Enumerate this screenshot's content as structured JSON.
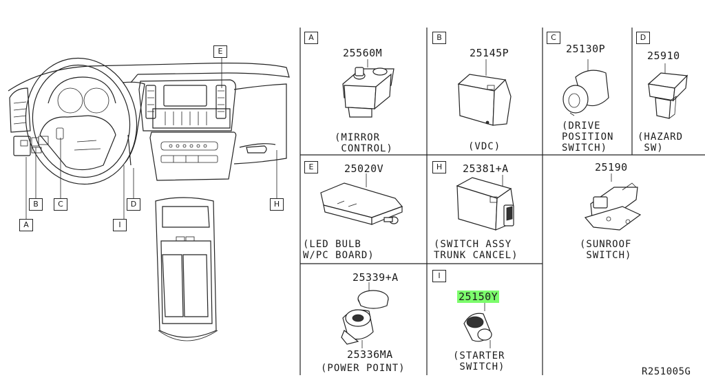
{
  "overview": {
    "callouts": [
      {
        "key": "a",
        "letter": "A"
      },
      {
        "key": "b",
        "letter": "B"
      },
      {
        "key": "c",
        "letter": "C"
      },
      {
        "key": "d",
        "letter": "D"
      },
      {
        "key": "e",
        "letter": "E"
      },
      {
        "key": "h",
        "letter": "H"
      },
      {
        "key": "i",
        "letter": "I"
      }
    ]
  },
  "cells": {
    "a": {
      "letter": "A",
      "part": "25560M",
      "caption": "(MIRROR\n CONTROL)"
    },
    "b": {
      "letter": "B",
      "part": "25145P",
      "caption": "(VDC)"
    },
    "c": {
      "letter": "C",
      "part": "25130P",
      "caption": "(DRIVE\nPOSITION\nSWITCH)"
    },
    "d": {
      "letter": "D",
      "part": "25910",
      "caption": "(HAZARD\n SW)"
    },
    "e": {
      "letter": "E",
      "part": "25020V",
      "caption": "(LED BULB\nW/PC BOARD)"
    },
    "h": {
      "letter": "H",
      "part": "25381+A",
      "caption": "(SWITCH ASSY\nTRUNK CANCEL)"
    },
    "sunroof": {
      "part": "25190",
      "caption": "(SUNROOF\n SWITCH)"
    },
    "power": {
      "part_top": "25339+A",
      "part_bottom": "25336MA",
      "caption": "(POWER POINT)"
    },
    "i": {
      "letter": "I",
      "part": "25150Y",
      "caption": "(STARTER\n SWITCH)"
    }
  },
  "highlight_color": "#7CFC6C",
  "diagram_code": "R251005G"
}
